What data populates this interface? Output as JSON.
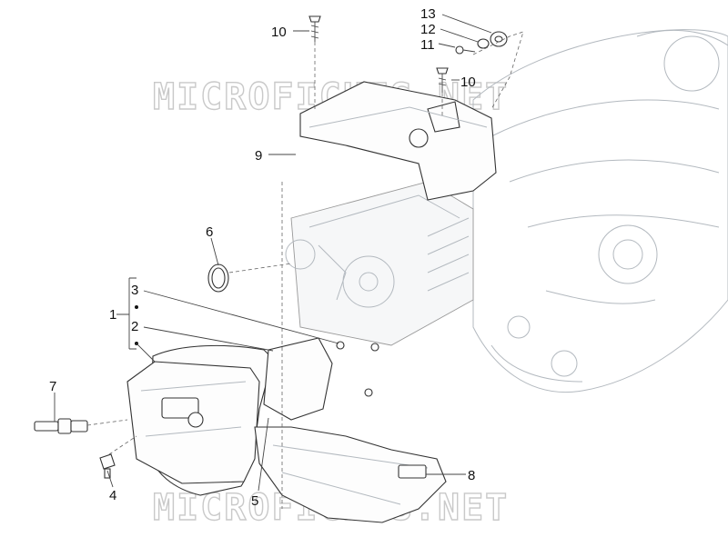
{
  "watermark": "MICROFICHES.NET",
  "callouts": {
    "c1": "1",
    "c2": "2",
    "c3": "3",
    "c4": "4",
    "c5": "5",
    "c6": "6",
    "c7": "7",
    "c8": "8",
    "c9": "9",
    "c10a": "10",
    "c10b": "10",
    "c11": "11",
    "c12": "12",
    "c13": "13"
  }
}
